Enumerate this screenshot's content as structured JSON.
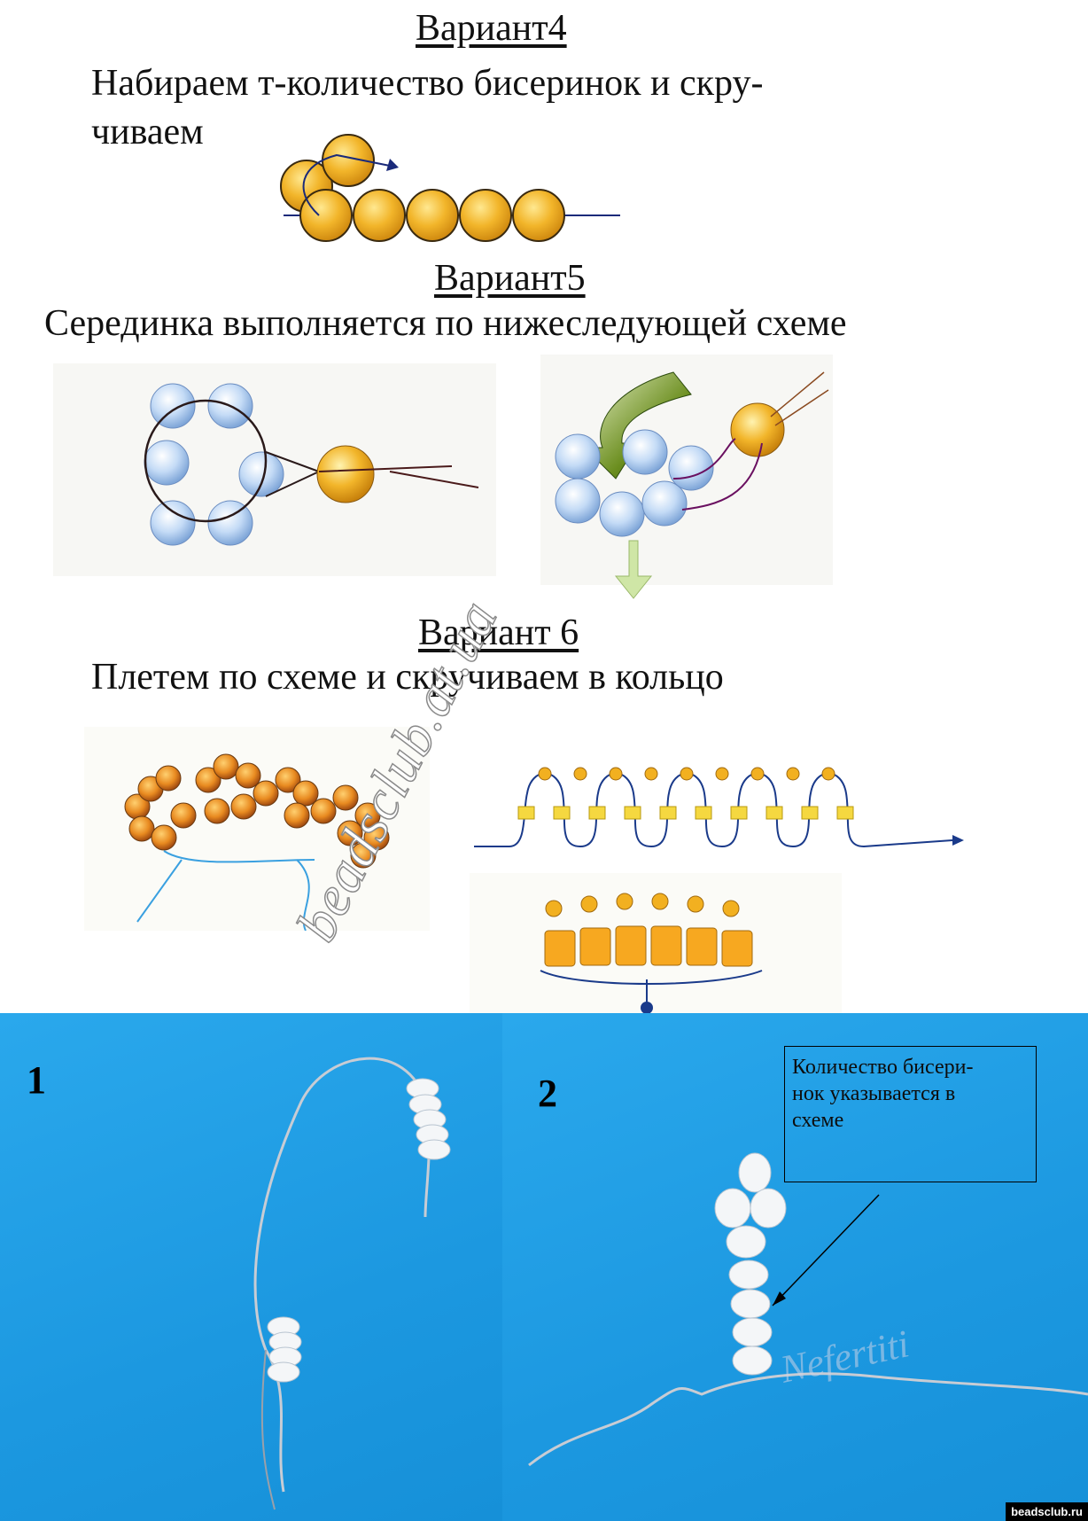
{
  "variant4": {
    "heading": "Вариант4",
    "line1": "Набираем т-количество бисеринок и скру-",
    "line2": "чиваем"
  },
  "variant5": {
    "heading": "Вариант5",
    "text": "Серединка выполняется по  нижеследующей схеме"
  },
  "variant6": {
    "heading": "Вариант 6",
    "text": "Плетем по схеме и скручиваем в кольцо"
  },
  "watermark": "beadsclub.at.ua",
  "photos": {
    "left_number": "1",
    "right_number": "2",
    "note": "Количество бисери-\nнок указывается в\nсхеме",
    "signature": "Nefertiti"
  },
  "site_badge": "beadsclub.ru",
  "colors": {
    "photo_bg": "#1ea0e6",
    "orange_bead": "#f0b030",
    "blue_bead": "#b8d2f4",
    "thread": "#1a2a7a"
  }
}
